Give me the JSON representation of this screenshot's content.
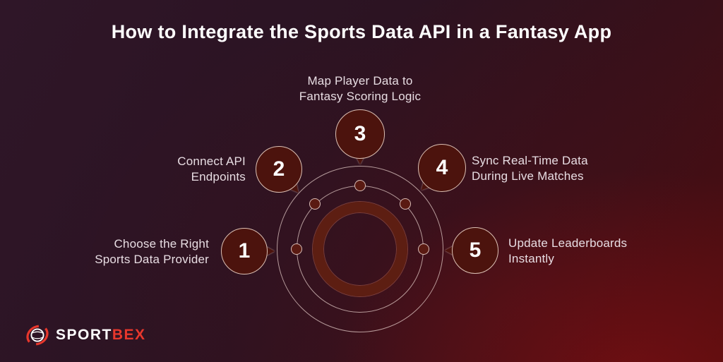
{
  "title": "How to Integrate the Sports Data API in a Fantasy App",
  "steps": [
    {
      "number": "1",
      "label": "Choose the Right\nSports Data Provider"
    },
    {
      "number": "2",
      "label": "Connect API\nEndpoints"
    },
    {
      "number": "3",
      "label": "Map Player Data to\nFantasy Scoring Logic"
    },
    {
      "number": "4",
      "label": "Sync Real-Time Data\nDuring Live Matches"
    },
    {
      "number": "5",
      "label": "Update Leaderboards\nInstantly"
    }
  ],
  "logo": {
    "primary": "SPORT",
    "secondary": "BEX",
    "icon": "globe-swoosh-icon"
  },
  "colors": {
    "background_top_left": "#2f1628",
    "background_bottom_right": "#470c0f",
    "bubble_fill": "#4c130d",
    "bubble_outline": "#dcc0b4",
    "inner_ring": "#5d1e12",
    "orbit_stroke": "#e2cac5",
    "label_text": "#e8dde3",
    "title_text": "#ffffff",
    "brand_red": "#e8372c"
  }
}
